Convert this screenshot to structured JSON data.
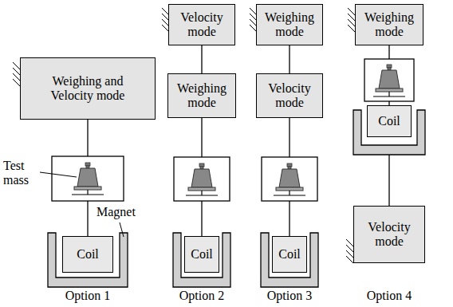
{
  "diagram": {
    "nodes": [
      {
        "text": [
          "Weighing and Velocity mode"
        ]
      },
      {
        "text": [
          "Coil"
        ]
      },
      {
        "text": [
          "Velocity mode"
        ]
      },
      {
        "text": [
          "Weighing mode"
        ]
      },
      {
        "text": [
          "Coil"
        ]
      },
      {
        "text": [
          "Weighing mode"
        ]
      },
      {
        "text": [
          "Velocity mode"
        ]
      },
      {
        "text": [
          "Coil"
        ]
      },
      {
        "text": [
          "Weighing mode"
        ]
      },
      {
        "text": [
          "Coil"
        ]
      },
      {
        "text": [
          "Velocity mode"
        ]
      }
    ],
    "edges": [
      {
        "from": 2,
        "to": 3,
        "arrow": "none"
      },
      {
        "from": 5,
        "to": 6,
        "arrow": "none"
      }
    ],
    "labels": [
      "Test mass",
      "Magnet",
      "Option 1",
      "Option 2",
      "Option 3",
      "Option 4"
    ]
  }
}
